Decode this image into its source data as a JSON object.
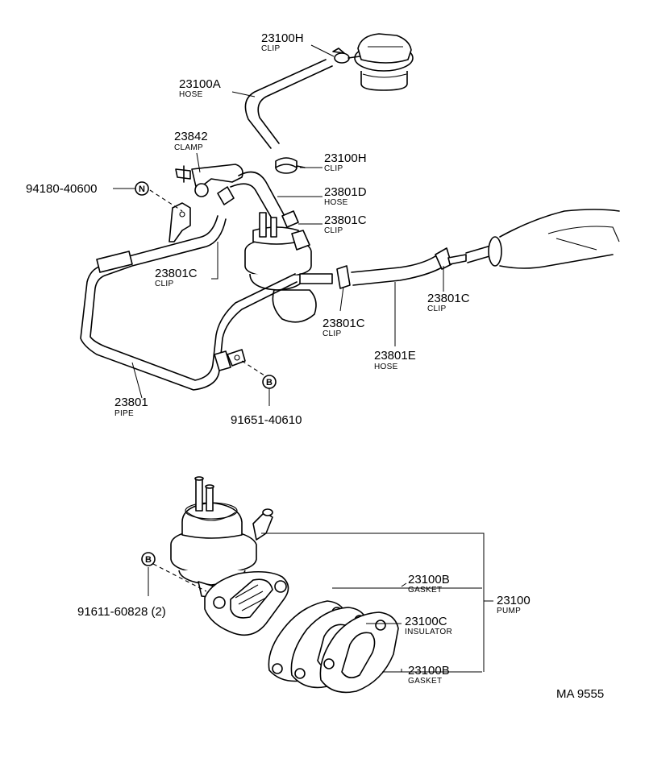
{
  "parts": {
    "clip_23100h_top": {
      "number": "23100H",
      "name": "CLIP"
    },
    "hose_23100a": {
      "number": "23100A",
      "name": "HOSE"
    },
    "clamp_23842": {
      "number": "23842",
      "name": "CLAMP"
    },
    "clip_23100h_mid": {
      "number": "23100H",
      "name": "CLIP"
    },
    "bolt_94180": {
      "number": "94180-40600",
      "symbol": "N"
    },
    "hose_23801d": {
      "number": "23801D",
      "name": "HOSE"
    },
    "clip_23801c_a": {
      "number": "23801C",
      "name": "CLIP"
    },
    "clip_23801c_b": {
      "number": "23801C",
      "name": "CLIP"
    },
    "clip_23801c_c": {
      "number": "23801C",
      "name": "CLIP"
    },
    "clip_23801c_d": {
      "number": "23801C",
      "name": "CLIP"
    },
    "hose_23801e": {
      "number": "23801E",
      "name": "HOSE"
    },
    "pipe_23801": {
      "number": "23801",
      "name": "PIPE"
    },
    "bolt_91651": {
      "number": "91651-40610",
      "symbol": "B"
    },
    "bolt_91611": {
      "number": "91611-60828 (2)",
      "symbol": "B"
    },
    "gasket_23100b_top": {
      "number": "23100B",
      "name": "GASKET"
    },
    "insulator_23100c": {
      "number": "23100C",
      "name": "INSULATOR"
    },
    "gasket_23100b_bottom": {
      "number": "23100B",
      "name": "GASKET"
    },
    "pump_23100": {
      "number": "23100",
      "name": "PUMP"
    }
  },
  "diagram_code": "MA 9555"
}
